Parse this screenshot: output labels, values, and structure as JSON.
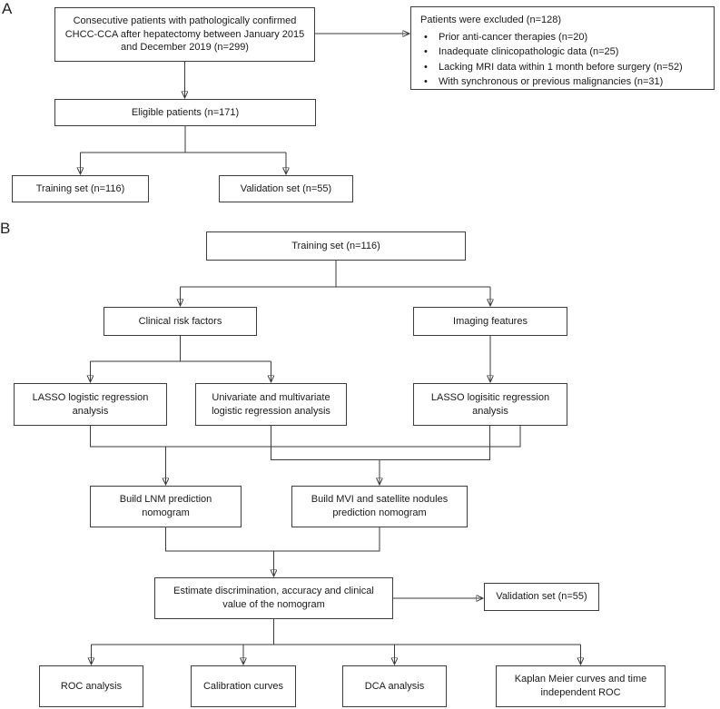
{
  "figure": {
    "panel_a": {
      "label": "A",
      "consecutive_patients": "Consecutive patients with pathologically confirmed CHCC-CCA after hepatectomy between January 2015 and December 2019 (n=299)",
      "excluded": {
        "title": "Patients were excluded (n=128)",
        "bullet": "•",
        "items": [
          "Prior anti-cancer therapies (n=20)",
          "Inadequate clinicopathologic data (n=25)",
          "Lacking MRI data within 1 month before surgery (n=52)",
          "With synchronous or previous malignancies (n=31)"
        ]
      },
      "eligible": "Eligible patients (n=171)",
      "training_set": "Training set (n=116)",
      "validation_set": "Validation set (n=55)"
    },
    "panel_b": {
      "label": "B",
      "training_set": "Training set (n=116)",
      "clinical_risk_factors": "Clinical risk factors",
      "imaging_features": "Imaging features",
      "lasso_clinical": "LASSO logistic regression analysis",
      "univariate_multivariate": "Univariate and multivariate logistic regression analysis",
      "lasso_imaging": "LASSO logisitic regression analysis",
      "build_lnm": "Build LNM prediction nomogram",
      "build_mvi": "Build MVI and satellite nodules prediction nomogram",
      "estimate": "Estimate discrimination, accuracy and clinical value of the nomogram",
      "validation_set": "Validation set (n=55)",
      "roc": "ROC analysis",
      "calibration": "Calibration curves",
      "dca": "DCA analysis",
      "kaplan": "Kaplan Meier curves and time independent ROC"
    },
    "colors": {
      "line": "#3a3a3a",
      "text": "#1a1a1a",
      "background": "#ffffff"
    }
  }
}
